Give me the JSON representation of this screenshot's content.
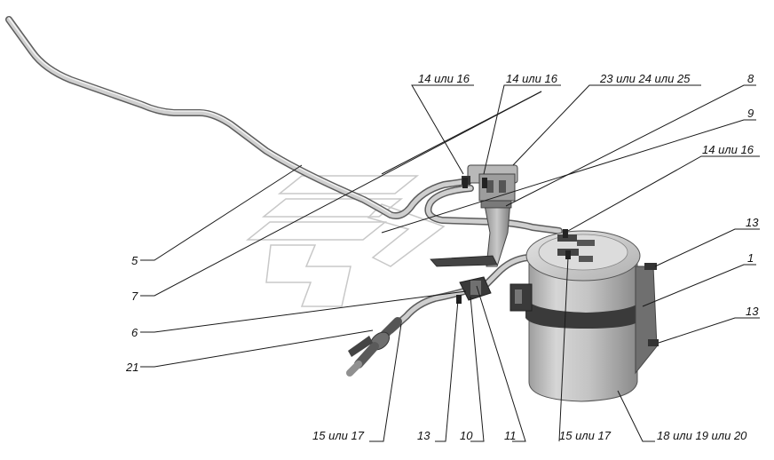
{
  "callouts": [
    {
      "id": "c5",
      "text": "5"
    },
    {
      "id": "c7",
      "text": "7"
    },
    {
      "id": "c6",
      "text": "6"
    },
    {
      "id": "c21",
      "text": "21"
    },
    {
      "id": "c14a",
      "text": "14 или 16"
    },
    {
      "id": "c14b",
      "text": "14 или 16"
    },
    {
      "id": "c23",
      "text": "23 или 24 или 25"
    },
    {
      "id": "c8",
      "text": "8"
    },
    {
      "id": "c9",
      "text": "9"
    },
    {
      "id": "c14c",
      "text": "14 или 16"
    },
    {
      "id": "c13a",
      "text": "13"
    },
    {
      "id": "c1",
      "text": "1"
    },
    {
      "id": "c13b",
      "text": "13"
    },
    {
      "id": "c15a",
      "text": "15 или 17"
    },
    {
      "id": "c13c",
      "text": "13"
    },
    {
      "id": "c10",
      "text": "10"
    },
    {
      "id": "c11",
      "text": "11"
    },
    {
      "id": "c15b",
      "text": "15 или 17"
    },
    {
      "id": "c18",
      "text": "18 или 19 или 20"
    }
  ],
  "colors": {
    "tube": "#cfcfcf",
    "tube_edge": "#5d5d5d",
    "canister": "#bdbdbd",
    "band": "#3a3a3a",
    "watermark": "#c8c8c8"
  }
}
